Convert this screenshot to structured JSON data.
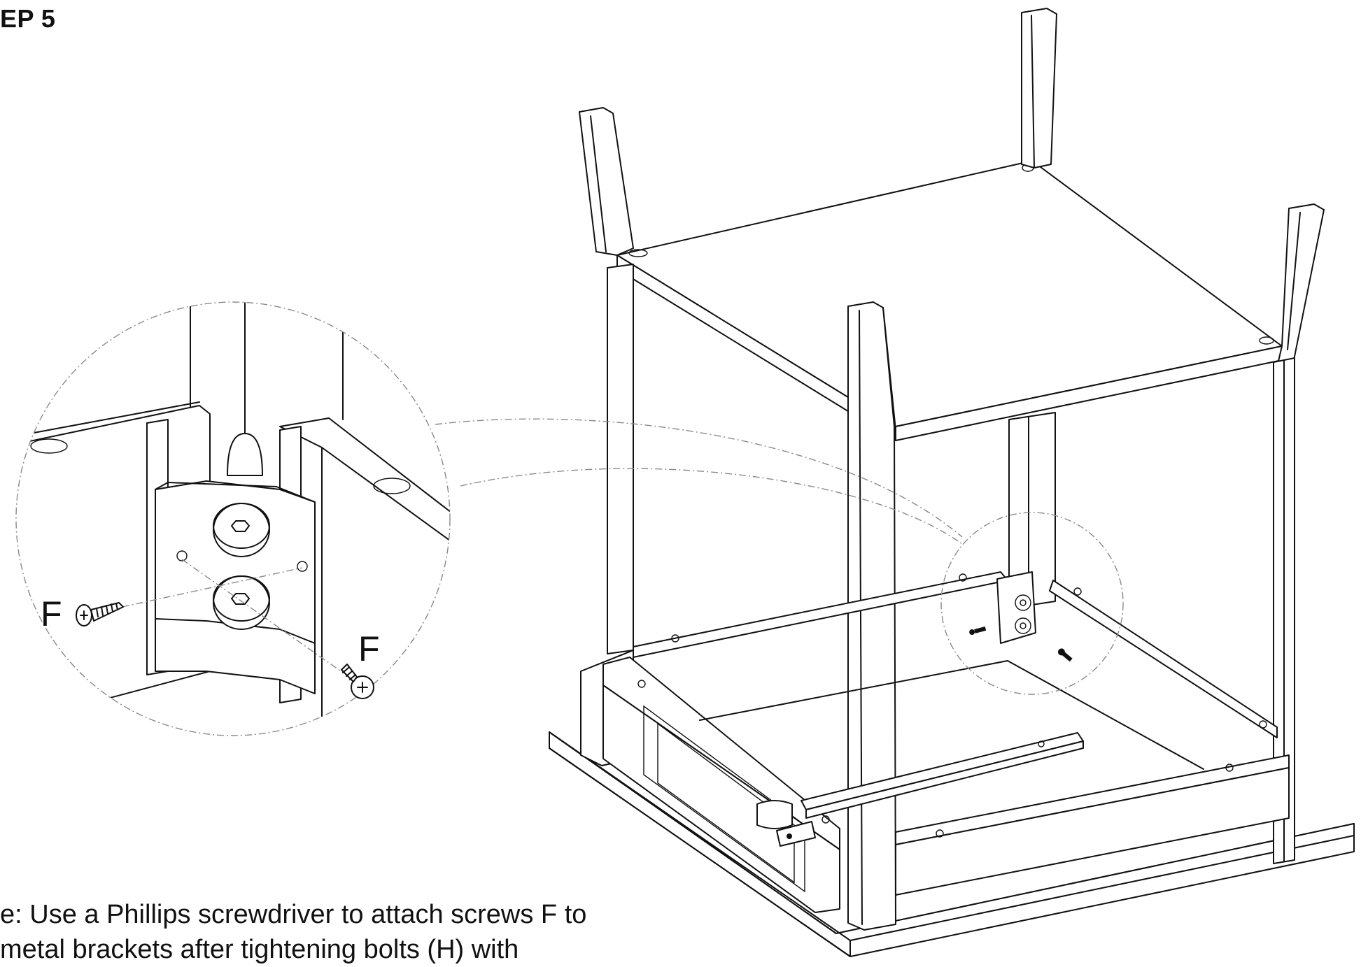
{
  "step_title": "EP 5",
  "part_label_left": "F",
  "part_label_right": "F",
  "note_line_1": "e: Use a Phillips screwdriver to attach screws F to",
  "note_line_2": "metal brackets after tightening bolts (H) with"
}
